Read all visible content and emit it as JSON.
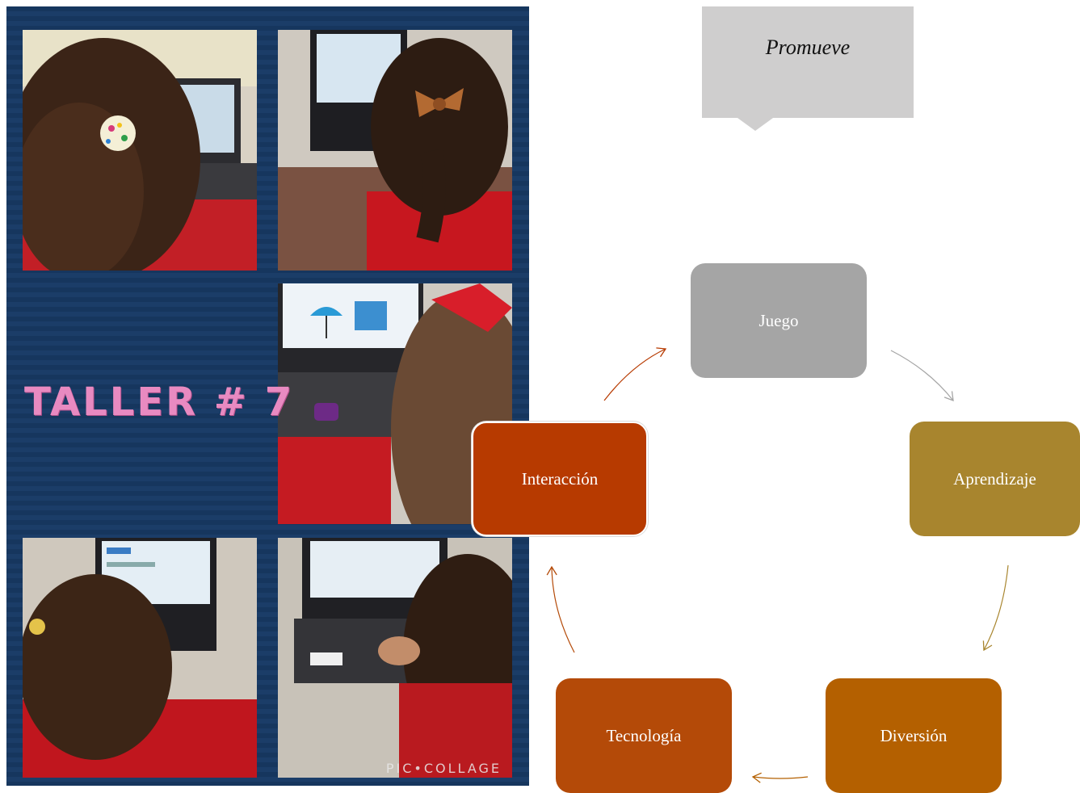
{
  "collage": {
    "title": "TALLER # 7",
    "watermark": "PIC•COLLAGE",
    "photos": [
      "photo-child-computer-1",
      "photo-child-computer-2",
      "photo-child-computer-3",
      "photo-child-computer-4",
      "photo-child-computer-5"
    ]
  },
  "callout": {
    "label": "Promueve"
  },
  "cycle": {
    "nodes": [
      {
        "label": "Juego",
        "color": "#a5a5a5"
      },
      {
        "label": "Aprendizaje",
        "color": "#a8852e"
      },
      {
        "label": "Diversión",
        "color": "#b46000"
      },
      {
        "label": "Tecnología",
        "color": "#b44a08"
      },
      {
        "label": "Interacción",
        "color": "#b73a00"
      }
    ],
    "arrow_colors": [
      "#a5a5a5",
      "#a8852e",
      "#b46000",
      "#b44a08",
      "#b73a00"
    ]
  }
}
